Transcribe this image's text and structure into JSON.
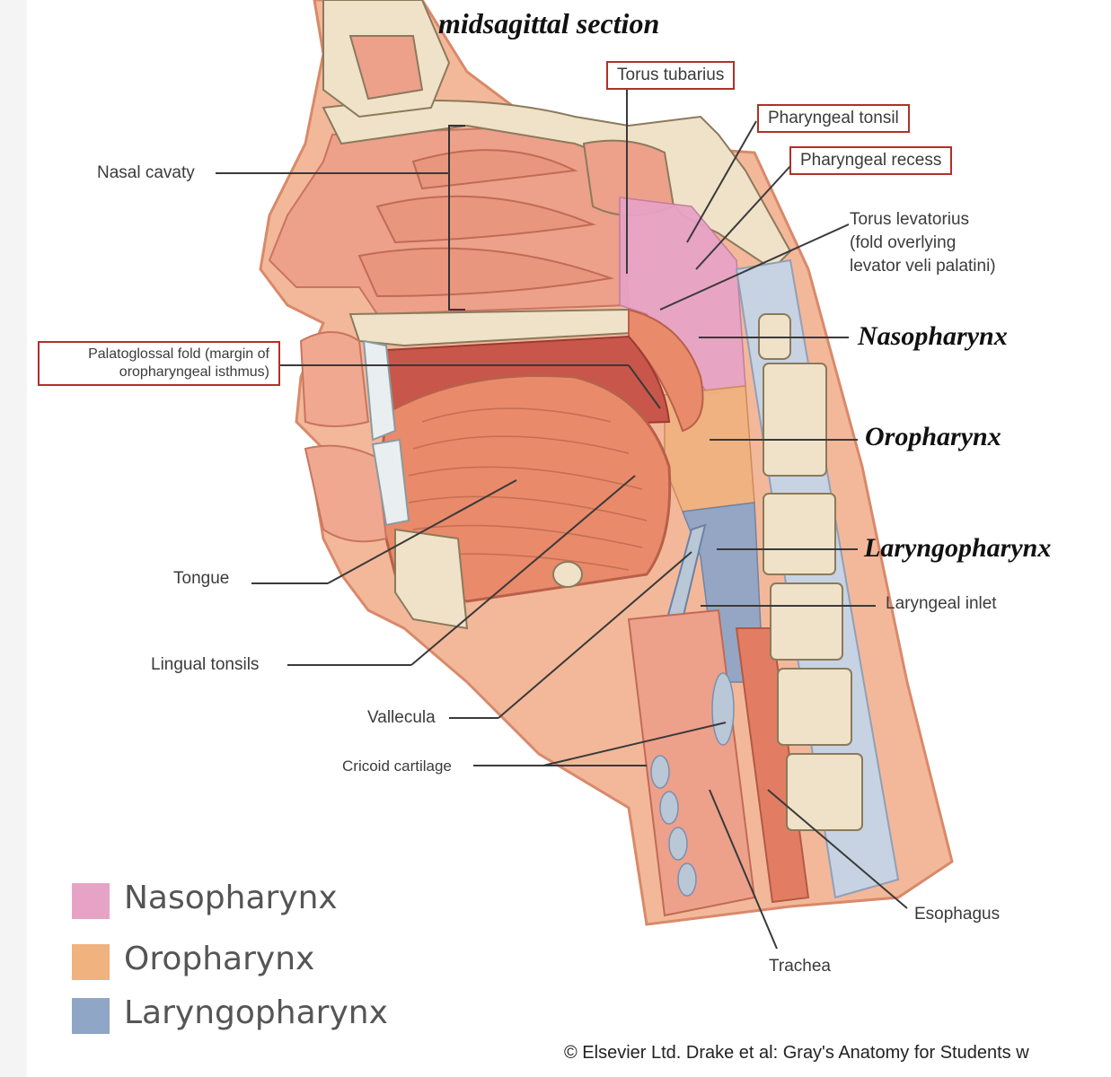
{
  "title": "midsagittal section",
  "labels": {
    "torus_tubarius": "Torus tubarius",
    "pharyngeal_tonsil": "Pharyngeal tonsil",
    "pharyngeal_recess": "Pharyngeal recess",
    "torus_levatorius": "Torus levatorius\n(fold overlying\nlevator veli palatini)",
    "nasal_cavity": "Nasal cavaty",
    "palatoglossal_fold_line1": "Palatoglossal fold (margin of",
    "palatoglossal_fold_line2": "oropharyngeal isthmus)",
    "tongue": "Tongue",
    "lingual_tonsils": "Lingual tonsils",
    "vallecula": "Vallecula",
    "cricoid_cartilage": "Cricoid cartilage",
    "laryngeal_inlet": "Laryngeal inlet",
    "esophagus": "Esophagus",
    "trachea": "Trachea"
  },
  "regions": {
    "nasopharynx": "Nasopharynx",
    "oropharynx": "Oropharynx",
    "laryngopharynx": "Laryngopharynx"
  },
  "legend": [
    {
      "label": "Nasopharynx",
      "color": "#e7a3c6"
    },
    {
      "label": "Oropharynx",
      "color": "#f0b27f"
    },
    {
      "label": "Laryngopharynx",
      "color": "#8fa6c6"
    }
  ],
  "copyright": "© Elsevier Ltd. Drake et al: Gray's Anatomy for Students w"
}
